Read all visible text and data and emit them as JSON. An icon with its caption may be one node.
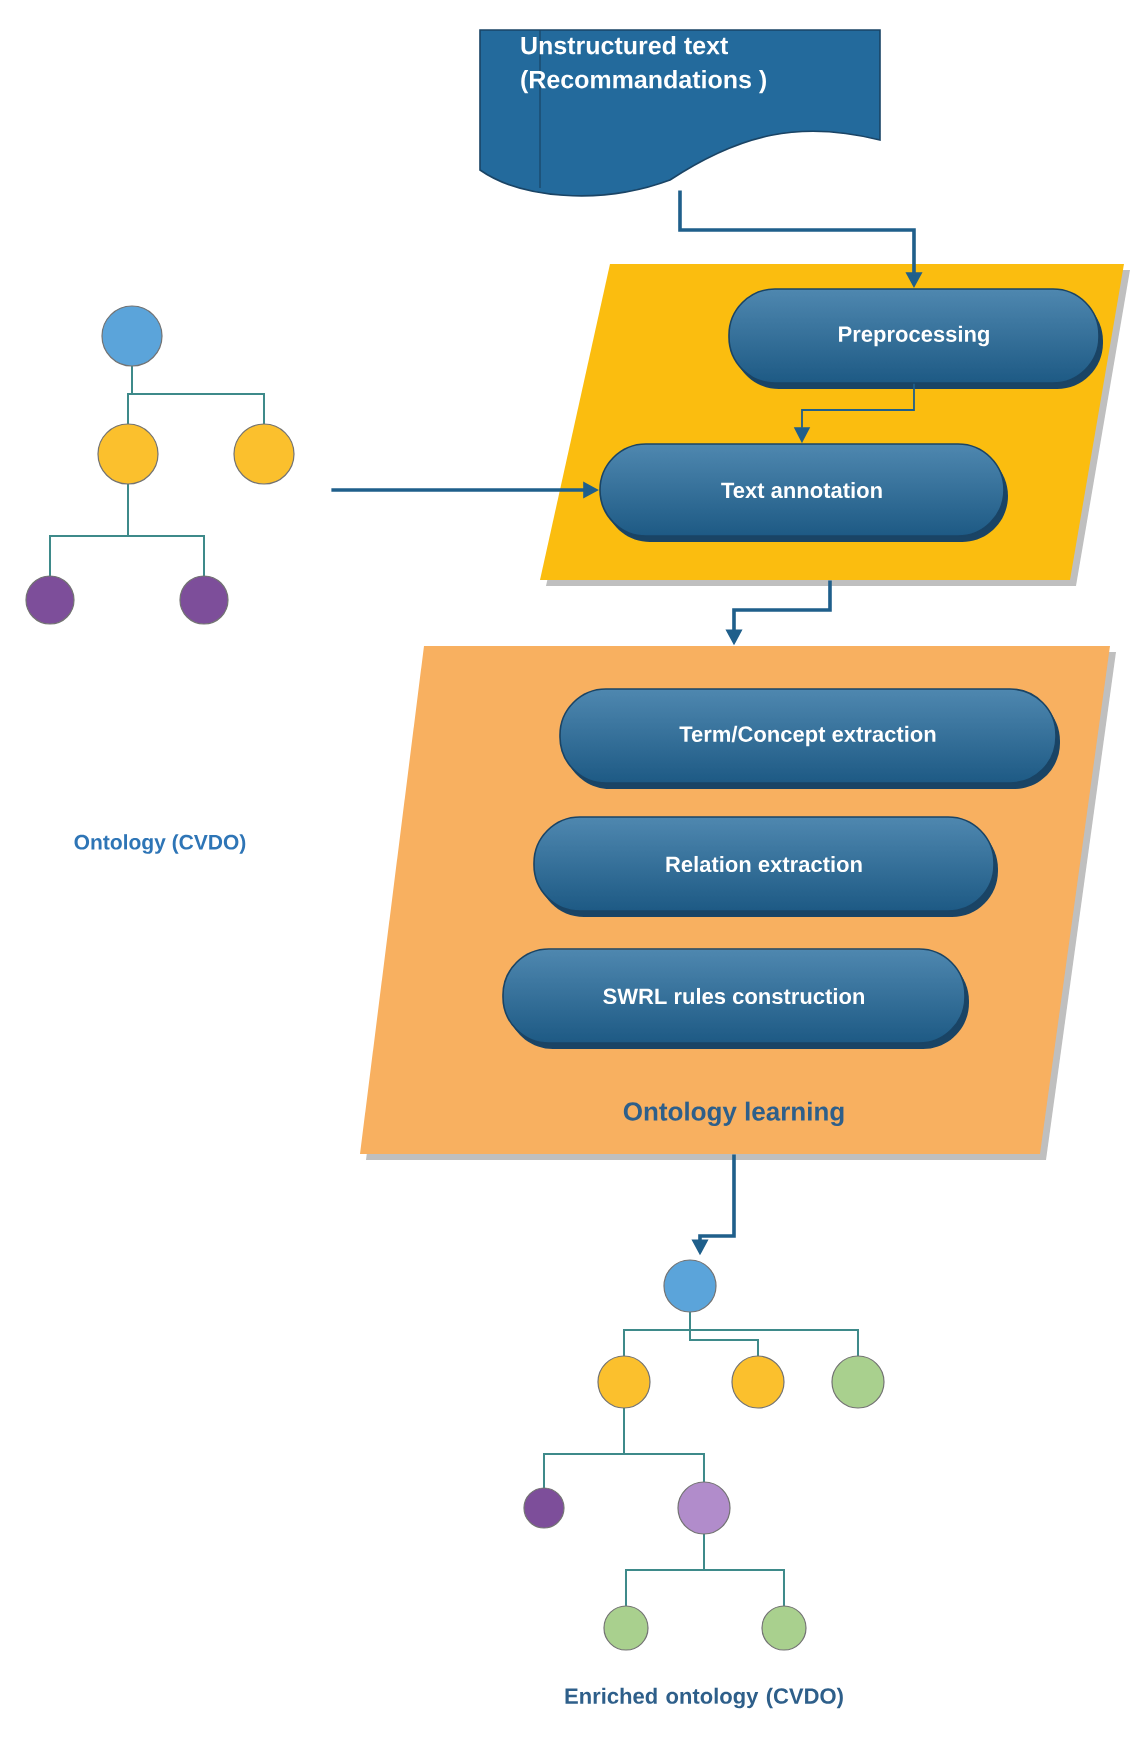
{
  "diagram": {
    "nodes": [
      {
        "text": [
          "Unstructured text (Recommandations )"
        ]
      },
      {
        "text": [],
        "shape": "parallelogram"
      },
      {
        "text": [
          "Preprocessing"
        ],
        "in": 1
      },
      {
        "text": [
          "Text annotation"
        ],
        "in": 1
      },
      {
        "text": [
          "Ontology learning"
        ]
      },
      {
        "text": [
          "Term/Concept extraction"
        ],
        "in": 4
      },
      {
        "text": [
          "Relation extraction"
        ],
        "in": 4
      },
      {
        "text": [
          "SWRL rules construction"
        ],
        "in": 4
      },
      {
        "text": [],
        "shape": "picture"
      },
      {
        "text": [],
        "shape": "picture",
        "beside": [
          "Enriched ontology (CVDO)"
        ]
      }
    ],
    "edges": [
      {
        "from": 0,
        "to": 2,
        "arrow": "to"
      },
      {
        "from": 2,
        "to": 3,
        "arrow": "to"
      },
      {
        "from": 8,
        "to": 3,
        "arrow": "to"
      },
      {
        "from": 1,
        "to": 4,
        "arrow": "to"
      },
      {
        "from": 4,
        "to": 9,
        "arrow": "to"
      }
    ],
    "labels": [
      "Ontology (CVDO)"
    ]
  }
}
